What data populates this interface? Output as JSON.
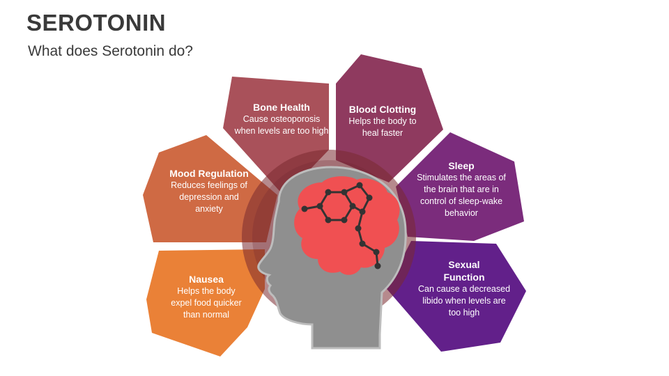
{
  "title": "SEROTONIN",
  "subtitle": "What does Serotonin do?",
  "segments": [
    {
      "title": "Bone Health",
      "text": "Cause osteoporosis when levels are too high",
      "color": "#a9515a"
    },
    {
      "title": "Blood Clotting",
      "text": "Helps the body to heal faster",
      "color": "#8f3a5f"
    },
    {
      "title": "Sleep",
      "text": "Stimulates the areas of the brain that are in control of sleep-wake behavior",
      "color": "#7b2c7c"
    },
    {
      "title": "Sexual Function",
      "text": "Can cause a decreased libido when levels are too high",
      "color": "#62208a"
    },
    {
      "title": "Mood Regulation",
      "text": "Reduces feelings of depression and anxiety",
      "color": "#cf6a44"
    },
    {
      "title": "Nausea",
      "text": "Helps the body expel food quicker than normal",
      "color": "#ea8137"
    }
  ],
  "icons": {
    "head": "human-head-icon",
    "brain": "brain-icon",
    "molecule": "serotonin-molecule-icon"
  }
}
